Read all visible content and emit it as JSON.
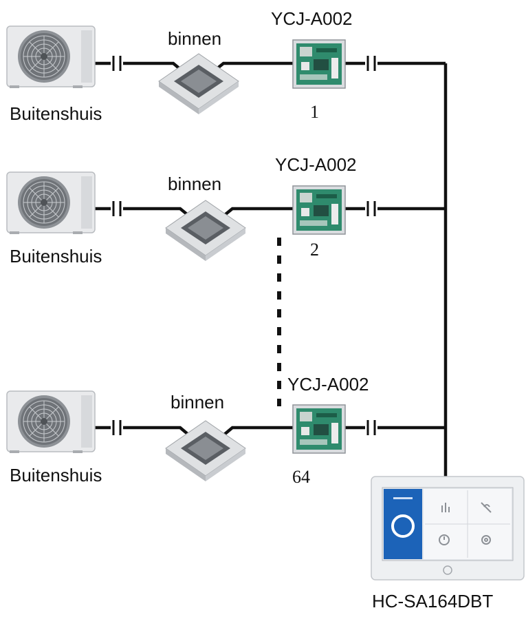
{
  "diagram": {
    "rows": [
      {
        "outdoor_label": "Buitenshuis",
        "indoor_label": "binnen",
        "controller_model": "YCJ-A002",
        "controller_number": "1"
      },
      {
        "outdoor_label": "Buitenshuis",
        "indoor_label": "binnen",
        "controller_model": "YCJ-A002",
        "controller_number": "2"
      },
      {
        "outdoor_label": "Buitenshuis",
        "indoor_label": "binnen",
        "controller_model": "YCJ-A002",
        "controller_number": "64"
      }
    ],
    "central_controller_model": "HC-SA164DBT",
    "icons": {
      "outdoor_unit": "outdoor-ac-unit-icon",
      "indoor_unit": "cassette-indoor-unit-icon",
      "controller": "interface-board-icon",
      "central_controller": "touch-panel-icon",
      "wire_break": "wire-connector-icon"
    }
  }
}
